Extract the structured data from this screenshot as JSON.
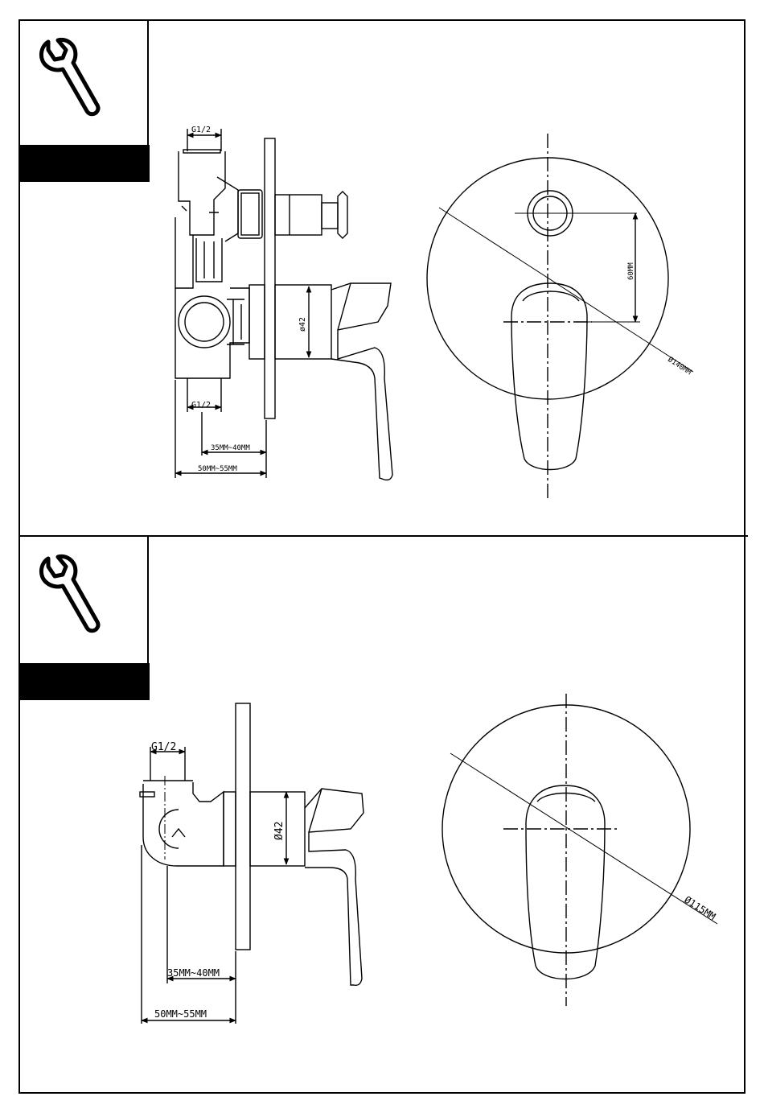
{
  "colors": {
    "ink": "#000000",
    "paper": "#ffffff"
  },
  "panels": [
    {
      "icon": "wrench-icon",
      "side_view": {
        "top_inlet": "G1/2",
        "bottom_inlet": "G1/2",
        "body_diameter": "ø42",
        "wall_depth_short": "35MM~40MM",
        "wall_depth_long": "50MM~55MM"
      },
      "front_view": {
        "spacing": "60MM",
        "plate_diameter": "Ø140MM"
      }
    },
    {
      "icon": "wrench-icon",
      "side_view": {
        "top_inlet": "G1/2",
        "body_diameter": "Ø42",
        "wall_depth_short": "35MM~40MM",
        "wall_depth_long": "50MM~55MM"
      },
      "front_view": {
        "plate_diameter": "Ø115MM"
      }
    }
  ]
}
